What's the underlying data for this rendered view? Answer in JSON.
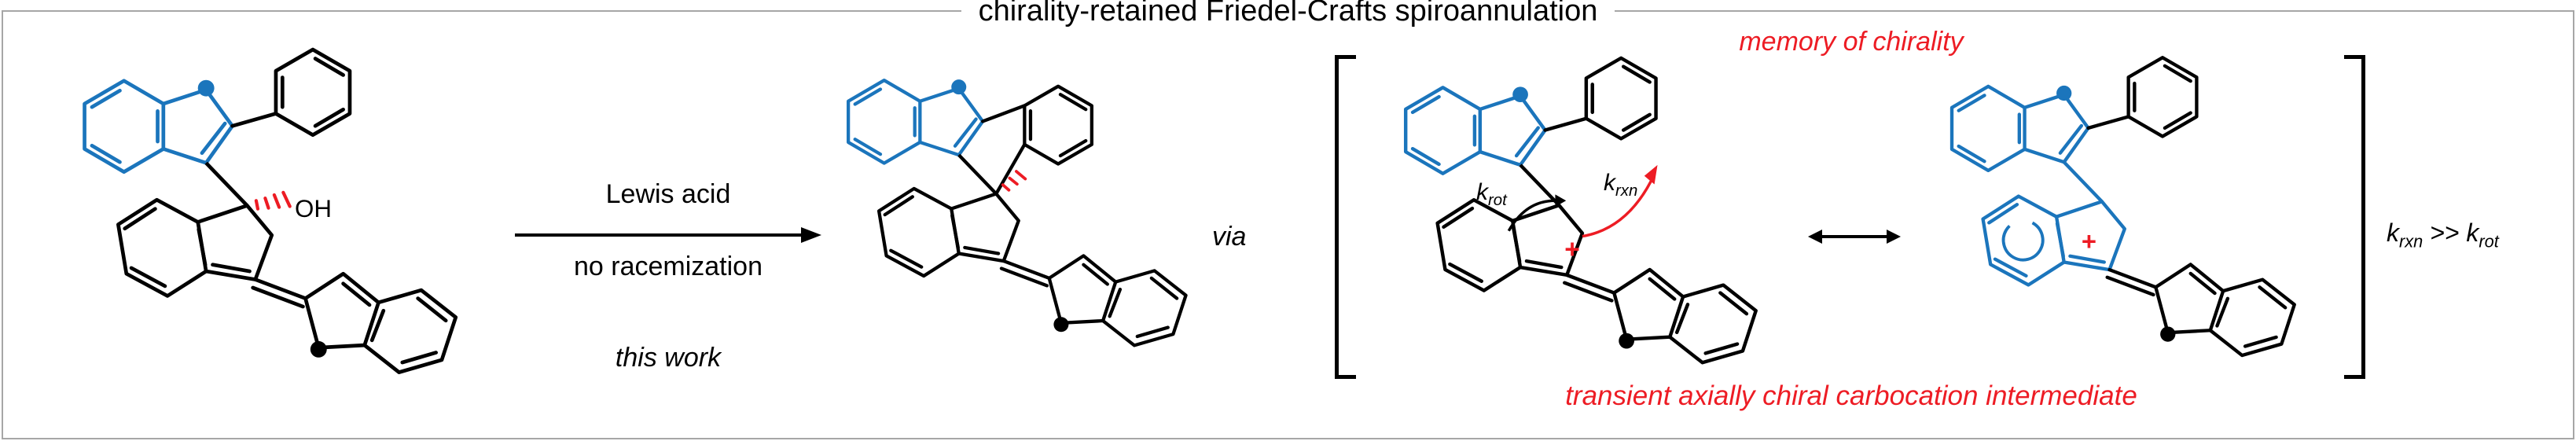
{
  "title": "chirality-retained Friedel-Crafts spiroannulation",
  "reaction": {
    "condition_line1": "Lewis acid",
    "condition_line2": "no racemization",
    "work_note": "this work",
    "via": "via"
  },
  "annotations": {
    "memory": "memory of chirality",
    "transient": "transient axially chiral carbocation intermediate"
  },
  "kinetics": {
    "k": "k",
    "rot": "rot",
    "rxn": "rxn",
    "relation": ">>"
  },
  "molecules": {
    "hydroxyl": "OH",
    "plus": "+"
  },
  "colors": {
    "blue": "#1b75bc",
    "red": "#ed1c24",
    "black": "#000000",
    "frame_border": "#a6a6a6"
  }
}
